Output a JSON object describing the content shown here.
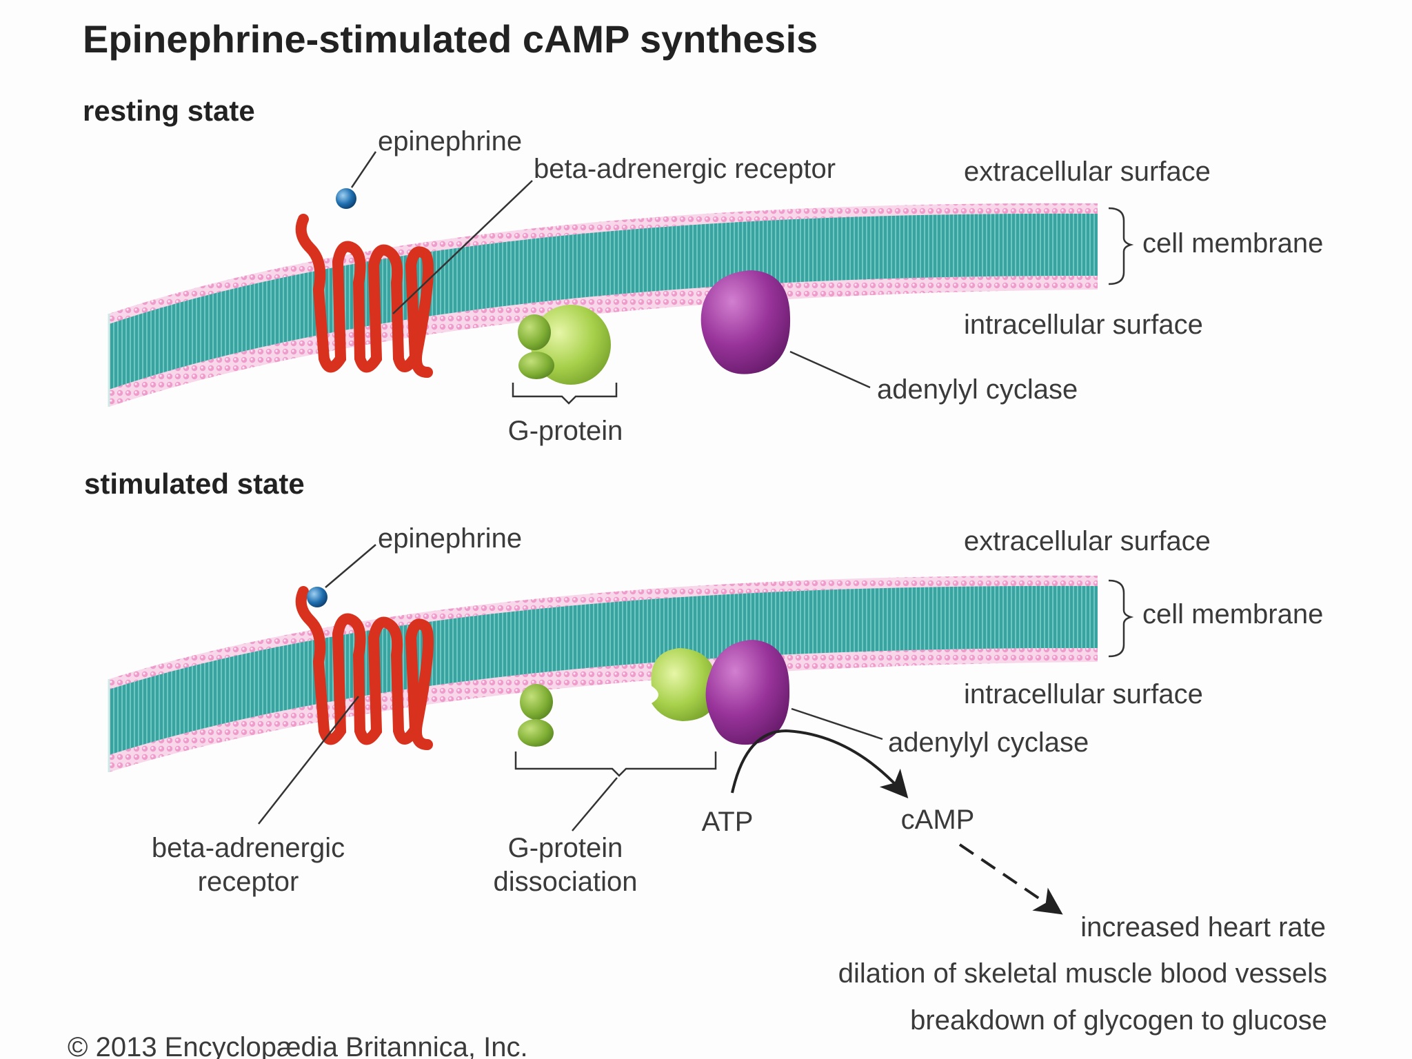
{
  "title": "Epinephrine-stimulated cAMP synthesis",
  "resting": {
    "heading": "resting state",
    "labels": {
      "epinephrine": "epinephrine",
      "receptor": "beta-adrenergic receptor",
      "extracellular": "extracellular surface",
      "cell_membrane": "cell membrane",
      "intracellular": "intracellular surface",
      "adenylyl_cyclase": "adenylyl cyclase",
      "g_protein": "G-protein"
    }
  },
  "stimulated": {
    "heading": "stimulated state",
    "labels": {
      "epinephrine": "epinephrine",
      "extracellular": "extracellular surface",
      "cell_membrane": "cell membrane",
      "intracellular": "intracellular surface",
      "adenylyl_cyclase": "adenylyl cyclase",
      "receptor_line1": "beta-adrenergic",
      "receptor_line2": "receptor",
      "g_protein_line1": "G-protein",
      "g_protein_line2": "dissociation",
      "atp": "ATP",
      "camp": "cAMP"
    },
    "effects": [
      "increased heart rate",
      "dilation of skeletal muscle blood vessels",
      "breakdown of glycogen to glucose"
    ]
  },
  "copyright": "© 2013 Encyclopædia Britannica, Inc.",
  "colors": {
    "membrane_core": "#3fa7a3",
    "membrane_heads": "#f0b3d6",
    "receptor": "#e13a2a",
    "g_protein": "#a8d14a",
    "adenylyl_cyclase": "#8c2a86",
    "epinephrine": "#1b6aa8"
  }
}
